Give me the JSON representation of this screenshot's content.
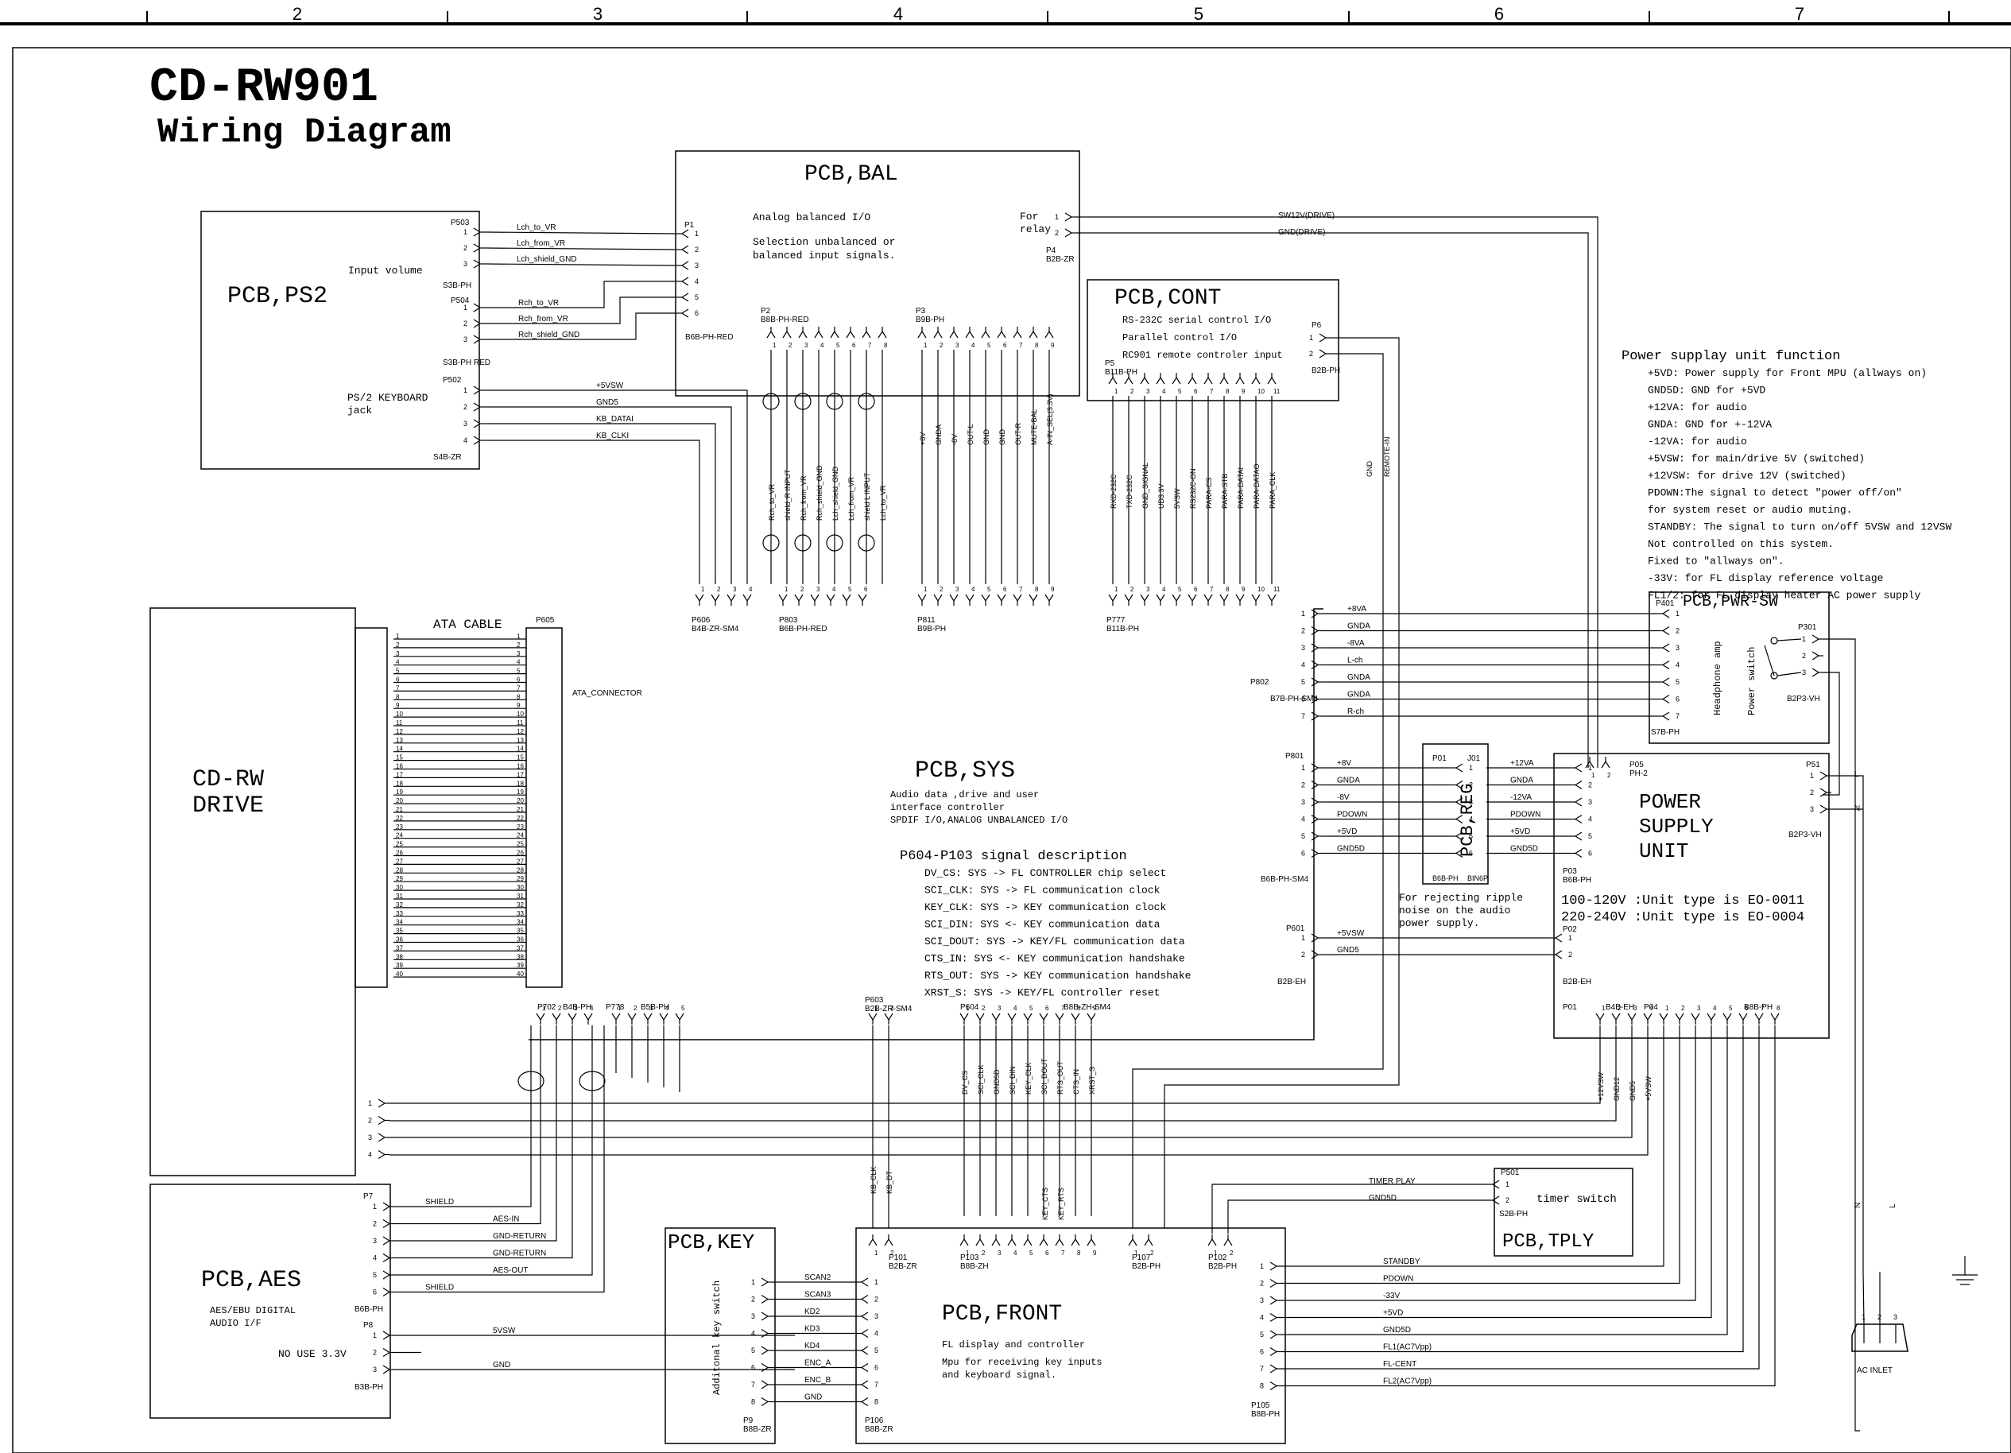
{
  "ruler": {
    "numbers": [
      "2",
      "3",
      "4",
      "5",
      "6",
      "7"
    ]
  },
  "title": {
    "model": "CD-RW901",
    "subtitle": "Wiring Diagram"
  },
  "ps2": {
    "name": "PCB,PS2",
    "input_volume": "Input volume",
    "keyboard_jack": [
      "PS/2 KEYBOARD",
      "jack"
    ],
    "connectors": {
      "p503": {
        "id": "P503",
        "type": "S3B-PH"
      },
      "p504": {
        "id": "P504",
        "type": "S3B-PH RED"
      },
      "p502": {
        "id": "P502",
        "type": "S4B-ZR"
      }
    },
    "signals_p503": [
      "Lch_to_VR",
      "Lch_from_VR",
      "Lch_shield_GND"
    ],
    "signals_p504": [
      "Rch_to_VR",
      "Rch_from_VR",
      "Rch_shield_GND"
    ],
    "signals_p502": [
      "+5VSW",
      "GND5",
      "KB_DATAI",
      "KB_CLKI"
    ]
  },
  "bal": {
    "name": "PCB,BAL",
    "desc": [
      "Analog balanced I/O",
      "Selection unbalanced or",
      "balanced input signals."
    ],
    "for_relay": [
      "For",
      "relay"
    ],
    "p1": {
      "id": "P1",
      "type": "B6B-PH-RED"
    },
    "p2": {
      "id": "P2",
      "type": "B8B-PH-RED"
    },
    "p3": {
      "id": "P3",
      "type": "B9B-PH"
    },
    "p4": {
      "id": "P4",
      "type": "B2B-ZR"
    },
    "relay_signals": [
      "SW12V(DRIVE)",
      "GND(DRIVE)"
    ],
    "p2_signals": [
      "Rch_to_VR",
      "shield_R INPUT",
      "Rch_from_VR",
      "Rch_shield_GND",
      "Lch_shield_GND",
      "Lch_from_VR",
      "shield L INPUT",
      "Lch_to_VR"
    ],
    "p3_signals": [
      "+8V",
      "GNDA",
      "-8V",
      "OUT-L",
      "GND",
      "GND",
      "OUT-R",
      "MUTE-BAL",
      "A-IN_SEL(3.3V)"
    ]
  },
  "cont": {
    "name": "PCB,CONT",
    "desc": [
      "RS-232C serial control I/O",
      "Parallel control I/O",
      "RC901 remote controler input"
    ],
    "p5": {
      "id": "P5",
      "type": "B11B-PH"
    },
    "p6": {
      "id": "P6",
      "type": "B2B-PH"
    },
    "p5_signals": [
      "RXD-232C",
      "TXD-232C",
      "GND_SIGNAL",
      "UD3.3V",
      "5VSW",
      "RS232C-ON",
      "PARA-CS",
      "PARA-STB",
      "PARA-DATAI",
      "PARA-DATAO",
      "PARA_CLK"
    ],
    "p6_signals": [
      "GND",
      "REMOTE-IN"
    ]
  },
  "power_function": {
    "title": "Power supplay unit function",
    "lines": [
      "+5VD: Power supply for Front MPU (allways on)",
      "GND5D: GND for +5VD",
      "+12VA: for audio",
      "GNDA: GND for +-12VA",
      "-12VA: for audio",
      "+5VSW: for main/drive 5V (switched)",
      "+12VSW: for drive 12V (switched)",
      "PDOWN:The signal to detect \"power off/on\"",
      "      for system reset or audio muting.",
      "STANDBY: The signal to turn on/off  5VSW and 12VSW",
      "         Not controlled on this system.",
      "         Fixed to \"allways on\".",
      "-33V: for FL display reference voltage",
      "FL1/2: for FL display heater AC power supply"
    ]
  },
  "pwr_sw": {
    "name": "PCB,PWR-SW",
    "headphone": "Headphone amp",
    "power_switch": "Power switch",
    "p401": "P401",
    "s7b": "S7B-PH",
    "p301": {
      "id": "P301",
      "type": "B2P3-VH"
    }
  },
  "sys": {
    "name": "PCB,SYS",
    "desc": [
      "Audio data ,drive and user",
      "interface controller",
      "SPDIF I/O,ANALOG UNBALANCED I/O"
    ],
    "p604_title": "P604-P103 signal description",
    "p604_lines": [
      "DV_CS: SYS -> FL CONTROLLER chip select",
      "SCI_CLK: SYS -> FL communication clock",
      "KEY_CLK: SYS -> KEY communication clock",
      "SCI_DIN: SYS <- KEY communication data",
      "SCI_DOUT: SYS -> KEY/FL communication data",
      "CTS_IN: SYS <- KEY communication handshake",
      "RTS_OUT: SYS -> KEY communication handshake",
      "XRST_S: SYS -> KEY/FL controller reset"
    ],
    "p606": {
      "id": "P606",
      "type": "B4B-ZR-SM4"
    },
    "p803": {
      "id": "P803",
      "type": "B6B-PH-RED"
    },
    "p811": {
      "id": "P811",
      "type": "B9B-PH"
    },
    "p777": {
      "id": "P777",
      "type": "B11B-PH"
    },
    "p802": {
      "id": "P802",
      "type": "B7B-PH-SM4"
    },
    "p801": {
      "id": "P801",
      "type": "B6B-PH-SM4"
    },
    "p601": {
      "id": "P601",
      "type": "B2B-EH"
    },
    "p605": "P605",
    "ata_connector": "ATA_CONNECTOR",
    "p702": "P702",
    "b4b": "B4B-PH",
    "p778": "P778",
    "b5b": "B5B-PH",
    "p603": {
      "id": "P603",
      "type": "B2B-ZR-SM4"
    },
    "p604": {
      "id": "P604",
      "type": "B8B-ZH-SM4"
    },
    "p802_signals": [
      "+8VA",
      "GNDA",
      "-8VA",
      "L-ch",
      "GNDA",
      "GNDA",
      "R-ch"
    ],
    "p801_signals": [
      "+8V",
      "GNDA",
      "-8V",
      "PDOWN",
      "+5VD",
      "GND5D"
    ],
    "p601_signals": [
      "+5VSW",
      "GND5"
    ],
    "p604_signals": [
      "DV_CS",
      "SCI_CLK",
      "GND5D",
      "SCI_DIN",
      "KEY_CLK",
      "SCI_DOUT",
      "RTS_OUT",
      "CTS_IN",
      "XRST_S"
    ],
    "p603_signals": [
      "KB_CLK",
      "KB_DT"
    ]
  },
  "drive": {
    "name": [
      "CD-RW",
      "DRIVE"
    ],
    "ata_cable": "ATA CABLE"
  },
  "reg": {
    "name": "PCB,REG",
    "p01": "P01",
    "j01": "J01",
    "b6b": "B6B-PH",
    "bin6p": "BIN6P",
    "note": [
      "For rejecting ripple",
      "noise on the audio",
      "power supply."
    ],
    "signals": [
      "+12VA",
      "GNDA",
      "-12VA",
      "PDOWN",
      "+5VD",
      "GND5D"
    ]
  },
  "psu": {
    "name": [
      "POWER",
      "SUPPLY",
      "UNIT"
    ],
    "types": [
      "100-120V :Unit type is EO-0011",
      "220-240V :Unit type is EO-0004"
    ],
    "p05": {
      "id": "P05",
      "type": "PH-2"
    },
    "p51": {
      "id": "P51",
      "type": "B2P3-VH"
    },
    "p03": {
      "id": "P03",
      "type": "B6B-PH"
    },
    "p02": {
      "id": "P02",
      "type": "B2B-EH"
    },
    "p01": "P01",
    "b4b_eh": "B4B-EH",
    "p04": "P04",
    "b8b_ph": "B8B-PH",
    "p01_signals": [
      "+12VSW",
      "GND12",
      "GND5",
      "+5VSW"
    ],
    "lines": {
      "L": "L",
      "N": "N"
    }
  },
  "aes": {
    "name": "PCB,AES",
    "desc": [
      "AES/EBU DIGITAL",
      "AUDIO I/F"
    ],
    "no_use": "NO USE 3.3V",
    "p7": {
      "id": "P7",
      "type": "B6B-PH"
    },
    "p8": {
      "id": "P8",
      "type": "B3B-PH"
    },
    "p7_signals": [
      "SHIELD",
      "AES-IN",
      "GND-RETURN",
      "GND-RETURN",
      "AES-OUT",
      "SHIELD"
    ],
    "p8_signals": [
      "5VSW",
      "",
      "GND"
    ]
  },
  "key": {
    "name": "PCB,KEY",
    "vertical": "Additonal key switch",
    "p9": {
      "id": "P9",
      "type": "B8B-ZR"
    },
    "signals": [
      "SCAN2",
      "SCAN3",
      "KD2",
      "KD3",
      "KD4",
      "ENC_A",
      "ENC_B",
      "GND"
    ]
  },
  "front": {
    "name": "PCB,FRONT",
    "desc": [
      "FL display and controller",
      "Mpu for receiving key inputs",
      "and keyboard signal."
    ],
    "p101": {
      "id": "P101",
      "type": "B2B-ZR"
    },
    "p103": {
      "id": "P103",
      "type": "B8B-ZH"
    },
    "p107": {
      "id": "P107",
      "type": "B2B-PH"
    },
    "p102": {
      "id": "P102",
      "type": "B2B-PH"
    },
    "p106": {
      "id": "P106",
      "type": "B8B-ZR"
    },
    "p105": {
      "id": "P105",
      "type": "B8B-PH"
    },
    "p105_signals": [
      "STANDBY",
      "PDOWN",
      "-33V",
      "+5VD",
      "GND5D",
      "FL1(AC7Vpp)",
      "FL-CENT",
      "FL2(AC7Vpp)"
    ],
    "p103_extra": [
      "KEY_CTS",
      "KEY_RTS"
    ],
    "p101_signals": [
      "KB_CLK",
      "KB_DT"
    ]
  },
  "tply": {
    "name": "PCB,TPLY",
    "timer_switch": "timer switch",
    "p501": {
      "id": "P501",
      "type": "S2B-PH"
    },
    "signals": [
      "TIMER PLAY",
      "GND5D"
    ]
  },
  "ac_inlet": {
    "label": "AC INLET",
    "pins": [
      "1",
      "2",
      "3"
    ],
    "N": "N",
    "L": "L"
  }
}
